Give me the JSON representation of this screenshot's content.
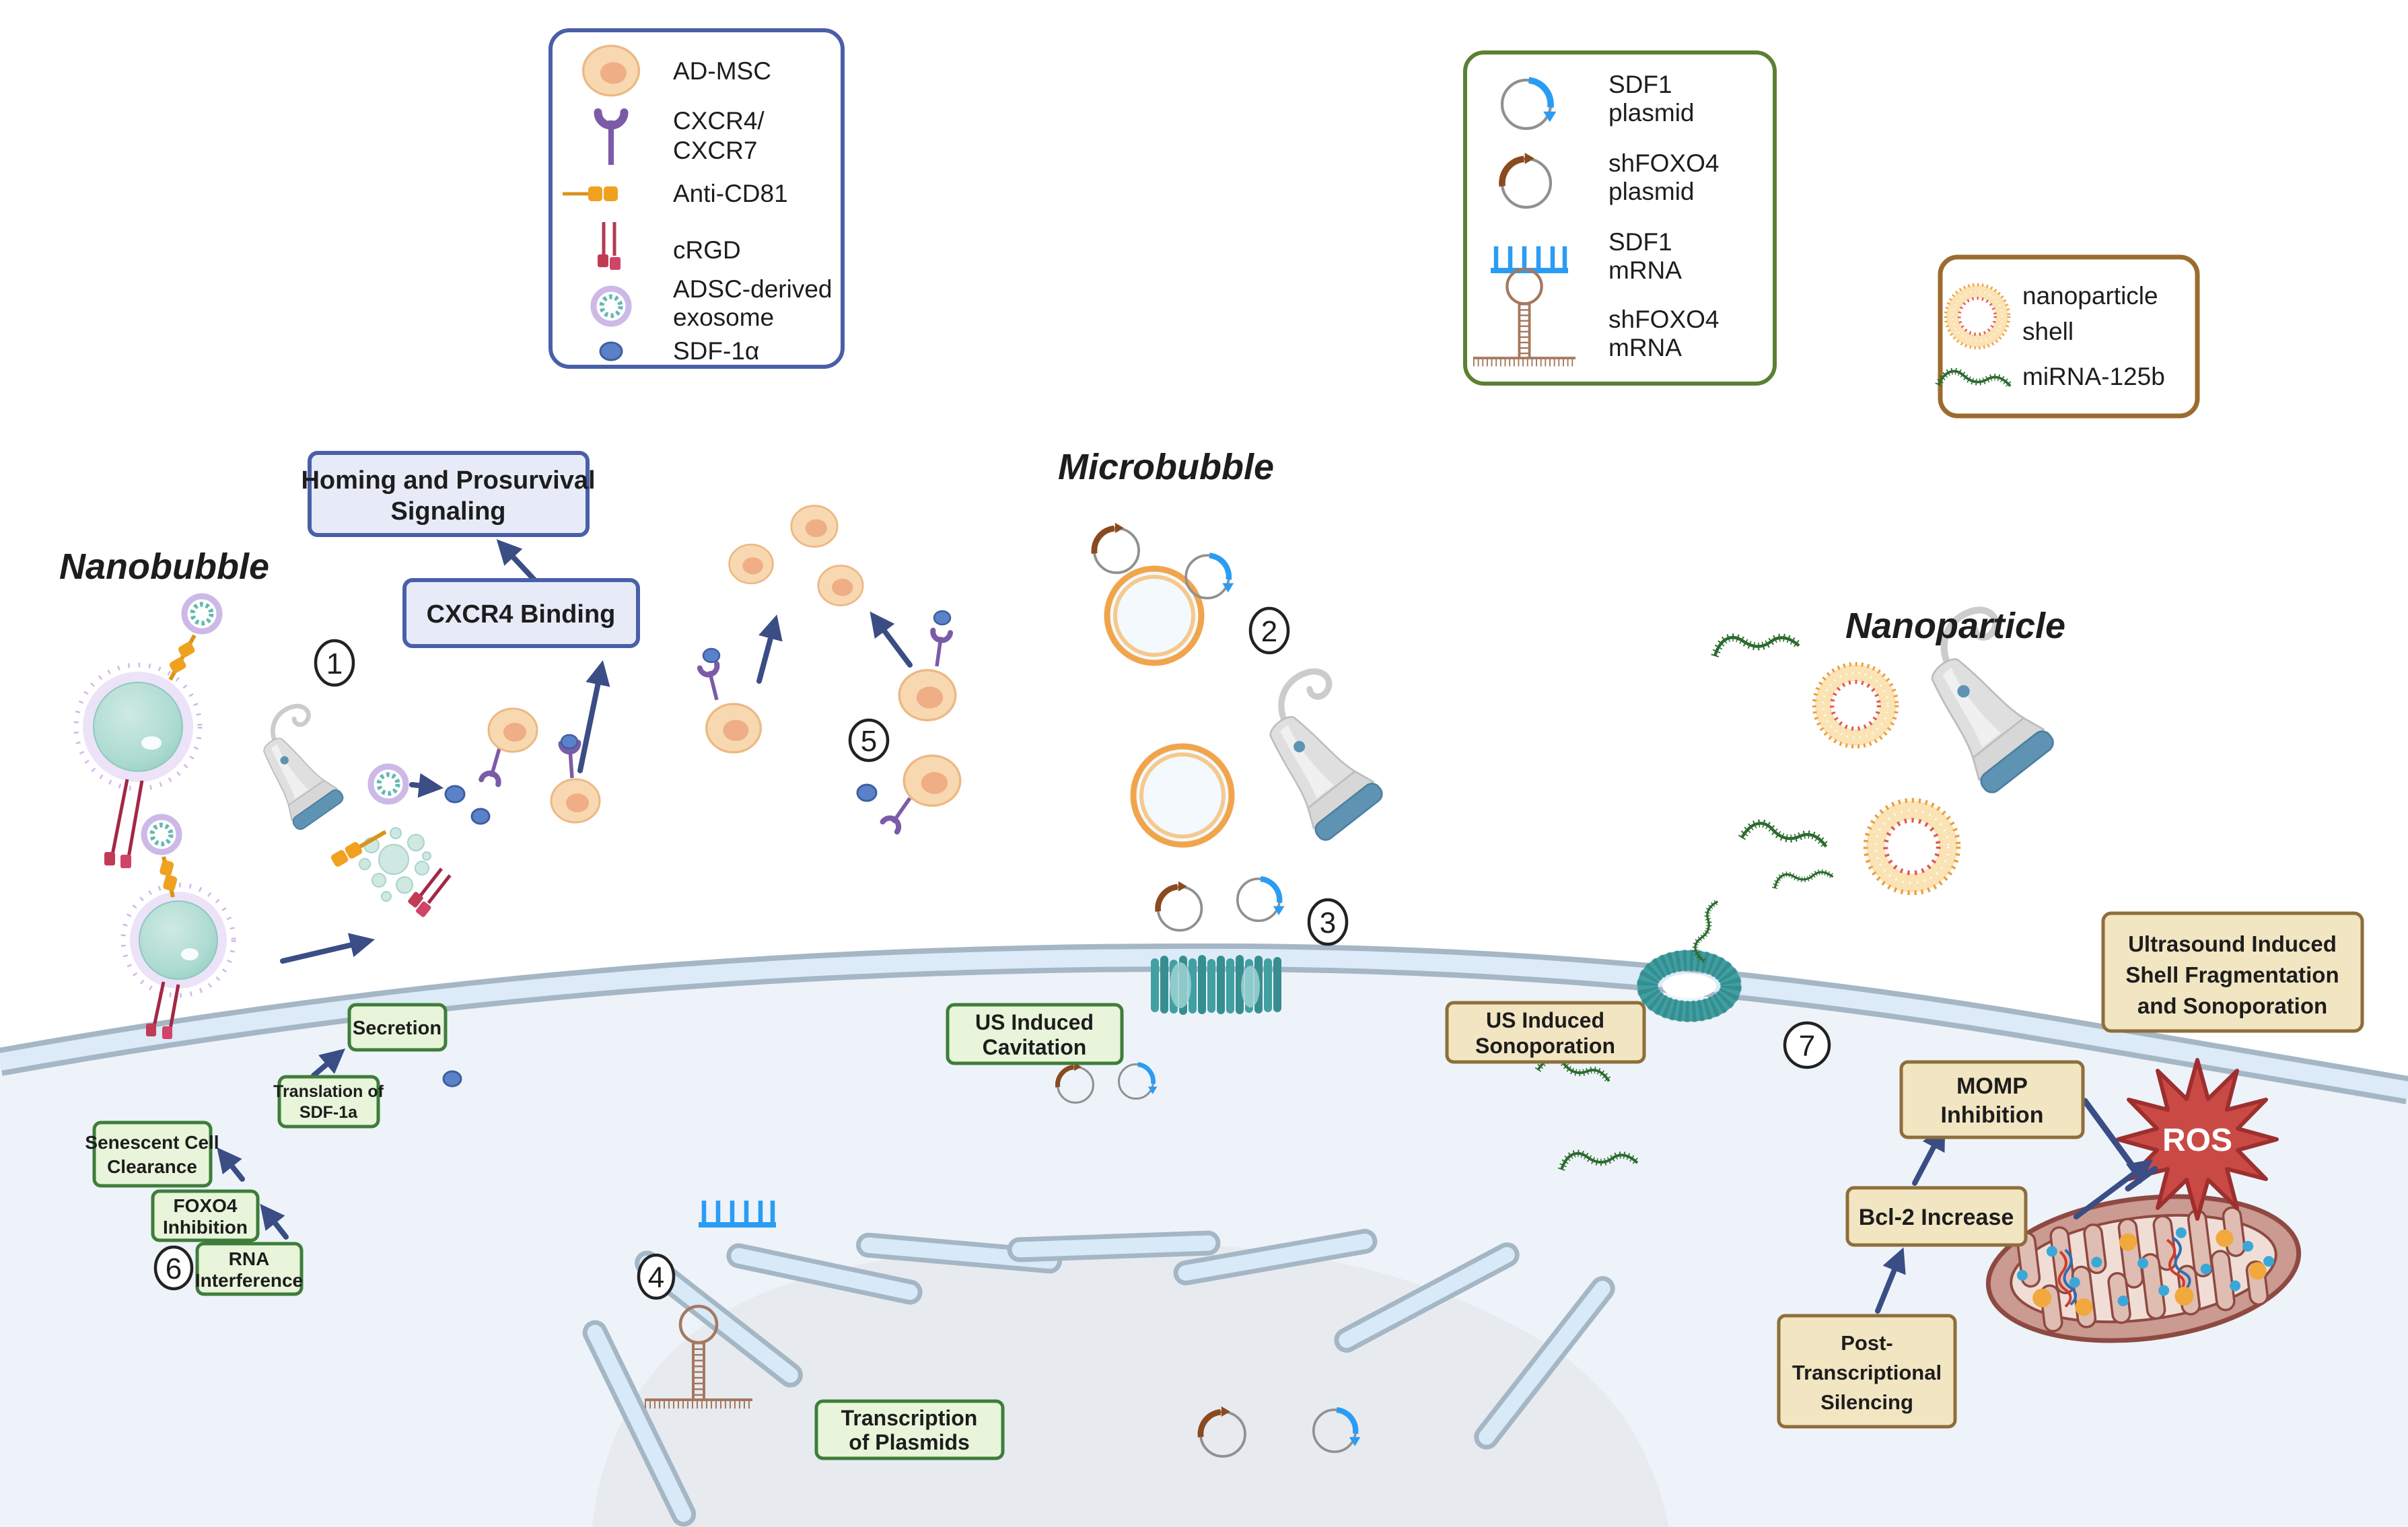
{
  "sections": {
    "nanobubble": "Nanobubble",
    "microbubble": "Microbubble",
    "nanoparticle": "Nanoparticle"
  },
  "legend_components": {
    "admsc": "AD-MSC",
    "cxcr_line1": "CXCR4/",
    "cxcr_line2": "CXCR7",
    "anticd81": "Anti-CD81",
    "crgd": "cRGD",
    "exosome_line1": "ADSC-derived",
    "exosome_line2": "exosome",
    "sdf1a": "SDF-1α"
  },
  "legend_genetic": {
    "sdf1_plasmid_line1": "SDF1",
    "sdf1_plasmid_line2": "plasmid",
    "shfoxo4_plasmid_line1": "shFOXO4",
    "shfoxo4_plasmid_line2": "plasmid",
    "sdf1_mrna_line1": "SDF1",
    "sdf1_mrna_line2": "mRNA",
    "shfoxo4_mrna_line1": "shFOXO4",
    "shfoxo4_mrna_line2": "mRNA"
  },
  "legend_nanoparticle": {
    "shell_line1": "nanoparticle",
    "shell_line2": "shell",
    "mirna": "miRNA-125b"
  },
  "boxes": {
    "homing_line1": "Homing and Prosurvival",
    "homing_line2": "Signaling",
    "cxcr4_binding": "CXCR4 Binding",
    "secretion": "Secretion",
    "translation_line1": "Translation of",
    "translation_line2": "SDF-1a",
    "senescent_line1": "Senescent Cell",
    "senescent_line2": "Clearance",
    "foxo4_line1": "FOXO4",
    "foxo4_line2": "Inhibition",
    "rna_line1": "RNA",
    "rna_line2": "Interference",
    "transcription_line1": "Transcription",
    "transcription_line2": "of Plasmids",
    "cavitation_line1": "US Induced",
    "cavitation_line2": "Cavitation",
    "sonoporation_line1": "US Induced",
    "sonoporation_line2": "Sonoporation",
    "fragmentation_line1": "Ultrasound Induced",
    "fragmentation_line2": "Shell Fragmentation",
    "fragmentation_line3": "and Sonoporation",
    "momp_line1": "MOMP",
    "momp_line2": "Inhibition",
    "bcl2": "Bcl-2 Increase",
    "pts_line1": "Post-",
    "pts_line2": "Transcriptional",
    "pts_line3": "Silencing"
  },
  "ros": "ROS",
  "steps": {
    "s1": "1",
    "s2": "2",
    "s3": "3",
    "s4": "4",
    "s5": "5",
    "s6": "6",
    "s7": "7"
  },
  "colors": {
    "arrow": "#3a4d85",
    "box_green_fill": "#e8f5da",
    "box_green_border": "#3e7d3a",
    "box_tan_fill": "#f2e5c2",
    "box_tan_border": "#8e6e3a",
    "box_blue_fill": "#e7ebf8",
    "box_blue_border": "#4a5fa8",
    "legend_components_border": "#4a5fa8",
    "legend_genetic_border": "#5c8033",
    "legend_nanoparticle_border": "#9c6b2f",
    "membrane_gray": "#a5b6c5",
    "cytoplasm": "#edf3f9",
    "nucleus": "#e7ebef",
    "ros_fill": "#c94a45",
    "microbubble_shell": "#f0a54c",
    "nanobubble_teal": "#aedbd2",
    "nanobubble_corona": "#d5c4ee",
    "mirna_green": "#2c6b2f",
    "sdf1_blue": "#2b9cf4",
    "shfoxo4_brown": "#8a4a1f",
    "teal_pore": "#3f9fa1",
    "cell_fill": "#f8d8b0",
    "receptor_purple": "#7b5ba8",
    "sdf_dot_blue": "#5b82c8",
    "anti_cd81_orange": "#f0a11f",
    "crgd_red": "#c23b55",
    "mitochondria_outer": "#cb9a90"
  }
}
